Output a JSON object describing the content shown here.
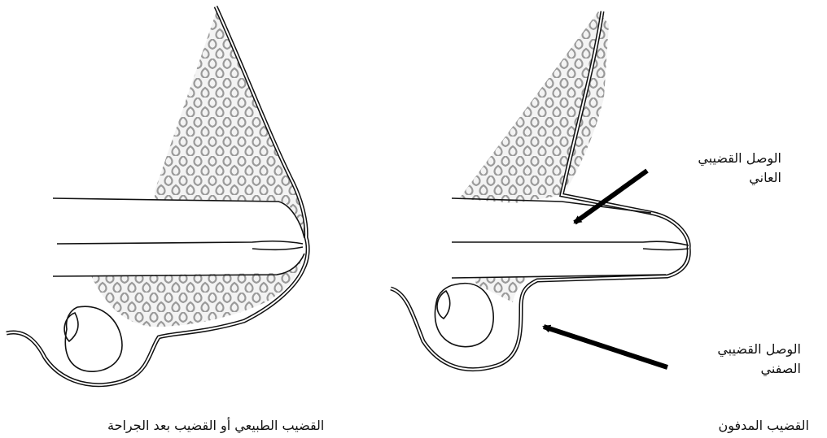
{
  "labels": {
    "penopubic_junction": [
      "الوصل القضيبي",
      "العاني"
    ],
    "penoscrotal_junction": [
      "الوصل القضيبي",
      "الصفني"
    ]
  },
  "captions": {
    "normal": "القضيب الطبيعي أو القضيب بعد الجراحة",
    "buried": "القضيب المدفون"
  },
  "colors": {
    "outline": "#111111",
    "fat_pattern": "#9e9e9e",
    "arrow": "#000000"
  }
}
